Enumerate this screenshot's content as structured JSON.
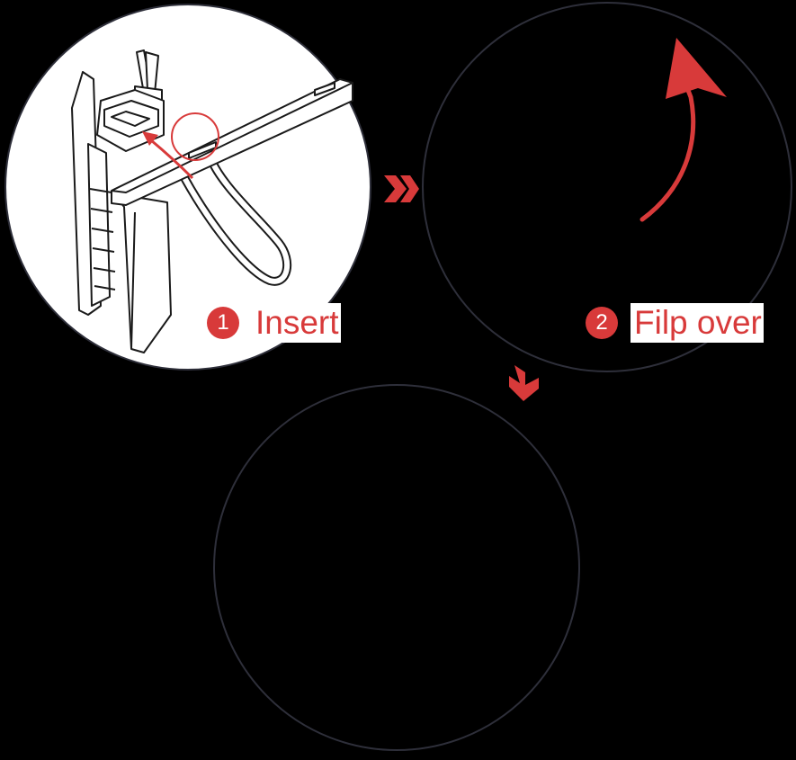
{
  "colors": {
    "accent": "#d83a3a",
    "outline": "#2e2f3a",
    "background": "#000000",
    "panel": "#ffffff",
    "drawing": "#1a1a1a"
  },
  "steps": [
    {
      "number": "1",
      "label": "Insert"
    },
    {
      "number": "2",
      "label": "Filp over"
    }
  ],
  "icons": {
    "step1_to_step2": "double-chevron-right-icon",
    "step2_to_step3": "double-chevron-down-icon",
    "flip_arrow": "curved-arrow-up-icon"
  }
}
